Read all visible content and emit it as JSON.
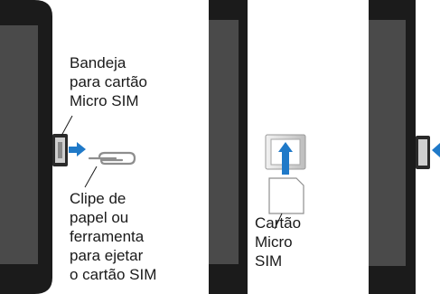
{
  "labels": {
    "tray": "Bandeja\npara cartão\nMicro SIM",
    "clip": "Clipe de\npapel ou\nferramenta\npara ejetar\no cartão SIM",
    "card": "Cartão\nMicro\nSIM"
  },
  "colors": {
    "phone_body": "#1b1b1b",
    "screen": "#4a4a4a",
    "arrow": "#1f79c8",
    "metal": "#d6d6d6",
    "label_text": "#1a1a1a"
  },
  "icons": [
    "paperclip-icon",
    "sim-tray-icon",
    "sim-card-icon",
    "arrow-icon"
  ]
}
